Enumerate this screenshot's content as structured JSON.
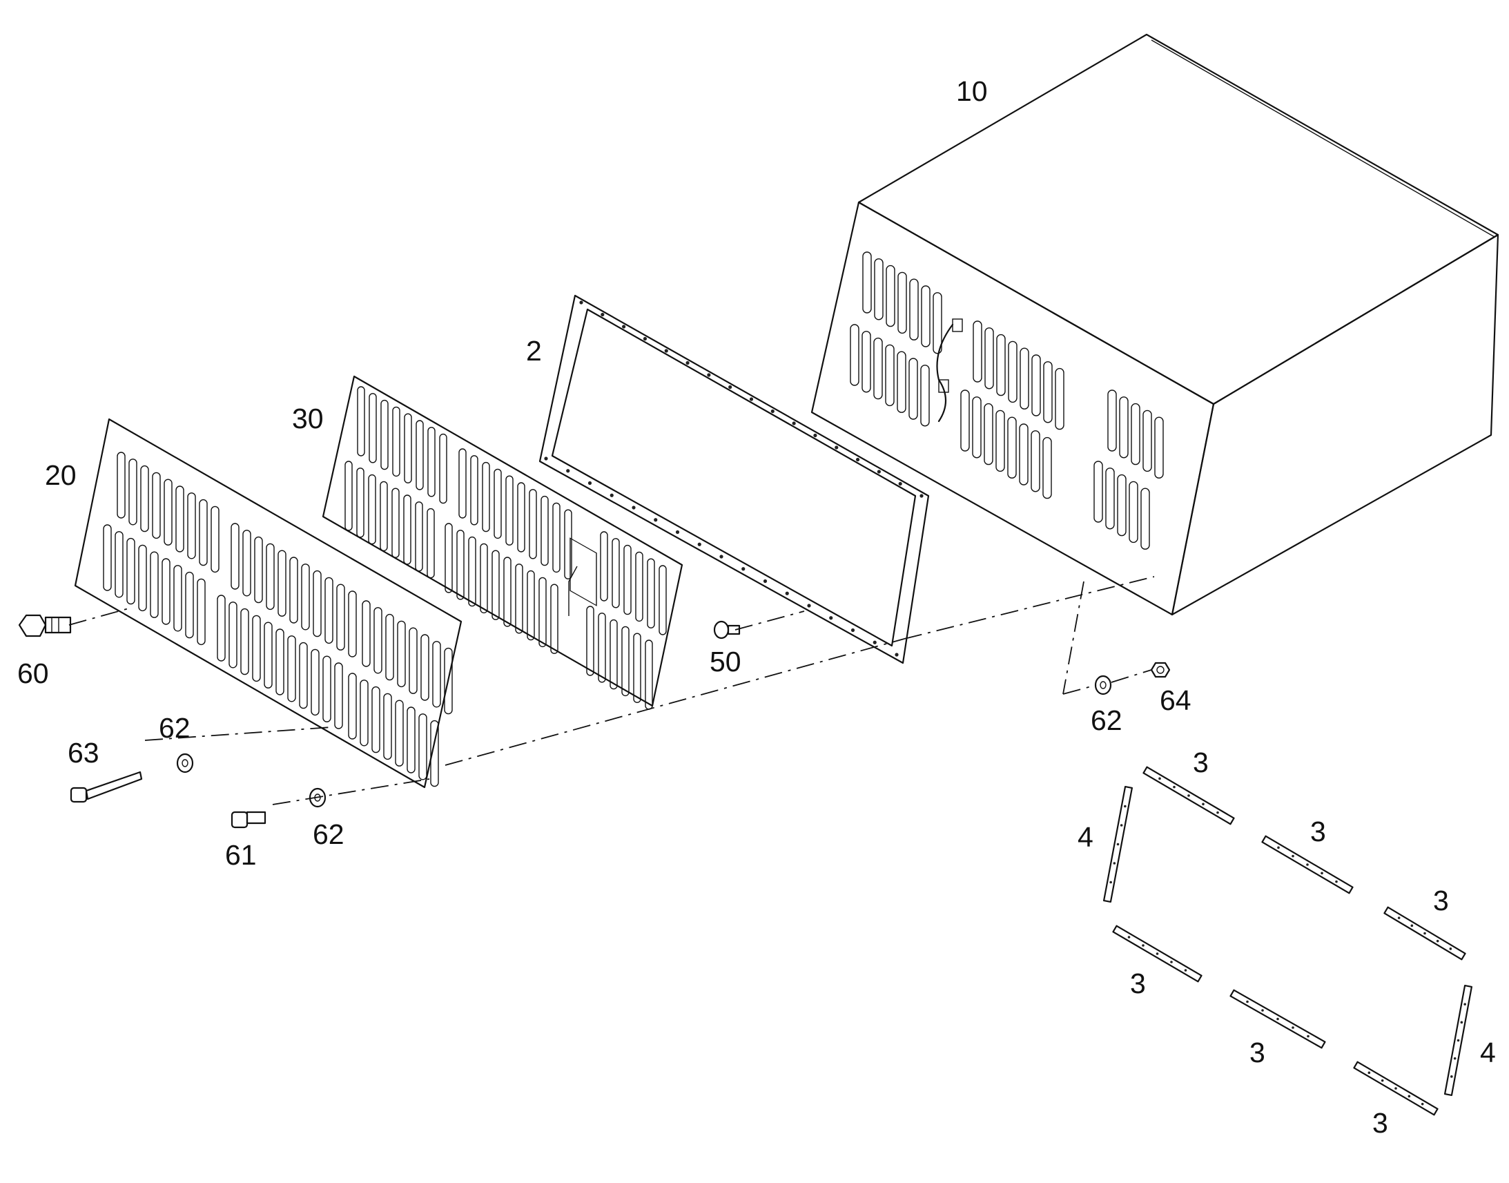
{
  "diagram": {
    "type": "exploded-parts-view",
    "callouts": [
      {
        "id": "label-10",
        "text": "10"
      },
      {
        "id": "label-2",
        "text": "2"
      },
      {
        "id": "label-30",
        "text": "30"
      },
      {
        "id": "label-20",
        "text": "20"
      },
      {
        "id": "label-60",
        "text": "60"
      },
      {
        "id": "label-50",
        "text": "50"
      },
      {
        "id": "label-62-a",
        "text": "62"
      },
      {
        "id": "label-63",
        "text": "63"
      },
      {
        "id": "label-61",
        "text": "61"
      },
      {
        "id": "label-62-b",
        "text": "62"
      },
      {
        "id": "label-62-c",
        "text": "62"
      },
      {
        "id": "label-64",
        "text": "64"
      },
      {
        "id": "label-3-a",
        "text": "3"
      },
      {
        "id": "label-3-b",
        "text": "3"
      },
      {
        "id": "label-3-c",
        "text": "3"
      },
      {
        "id": "label-3-d",
        "text": "3"
      },
      {
        "id": "label-3-e",
        "text": "3"
      },
      {
        "id": "label-3-f",
        "text": "3"
      },
      {
        "id": "label-4-a",
        "text": "4"
      },
      {
        "id": "label-4-b",
        "text": "4"
      }
    ]
  }
}
